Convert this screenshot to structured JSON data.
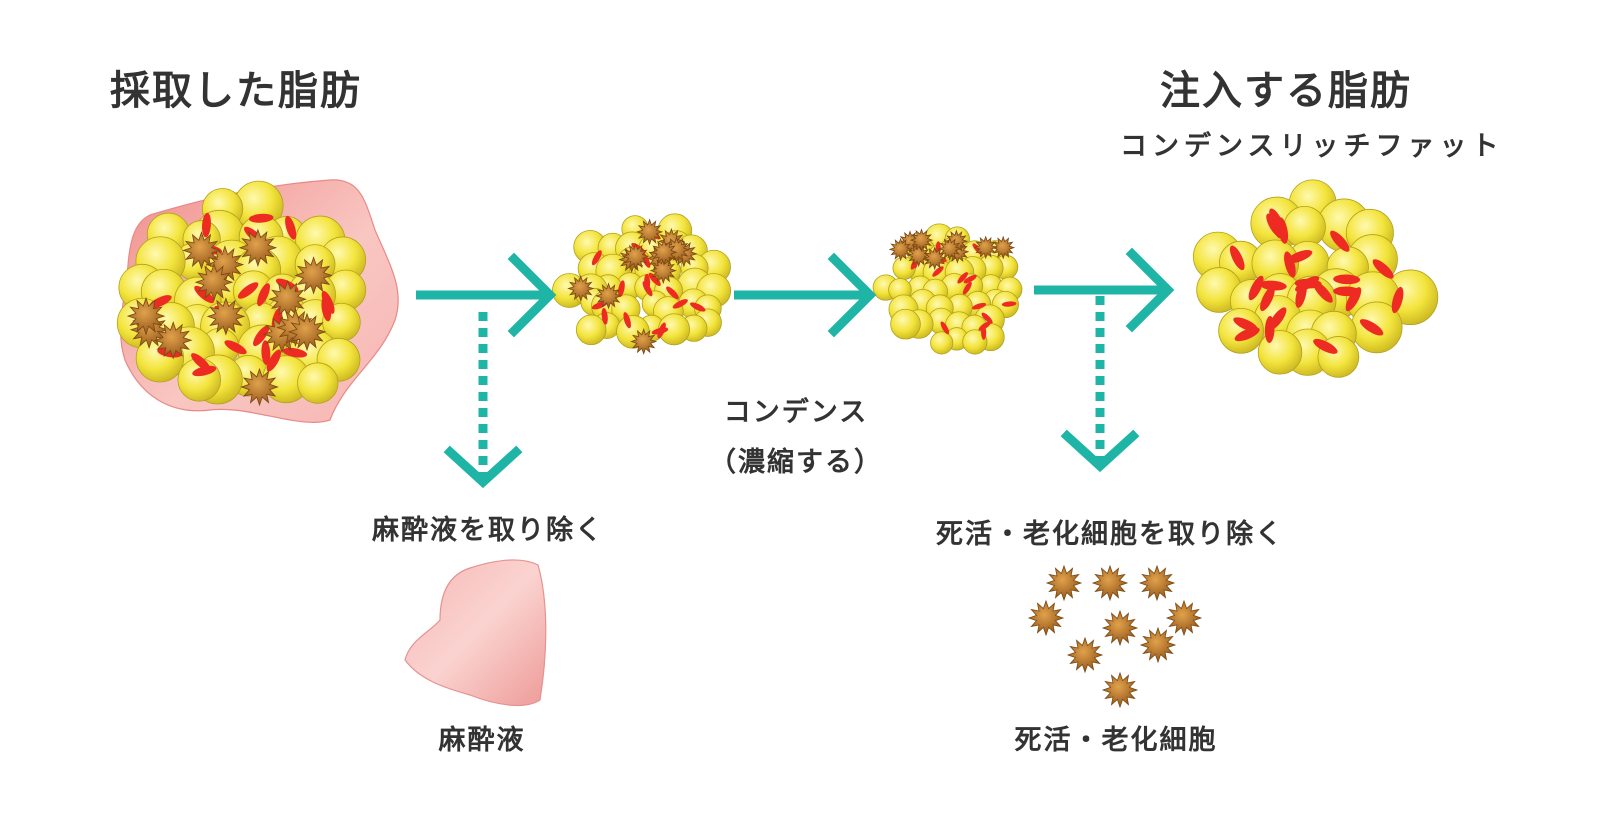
{
  "title_left": "採取した脂肪",
  "title_right": "注入する脂肪",
  "subtitle_right": "コンデンスリッチファット",
  "step_label_line1": "コンデンス",
  "step_label_line2": "（濃縮する）",
  "remove_left_label": "麻酔液を取り除く",
  "remove_left_result": "麻酔液",
  "remove_right_label": "死活・老化細胞を取り除く",
  "remove_right_result": "死活・老化細胞",
  "colors": {
    "arrow": "#1fb5a6",
    "fat_cell": "#f1e23a",
    "fat_cell_edge": "#b3a11e",
    "blood_cell": "#ee2b22",
    "dead_cell": "#b7761f",
    "anesthetic": "#f2a3a3"
  }
}
